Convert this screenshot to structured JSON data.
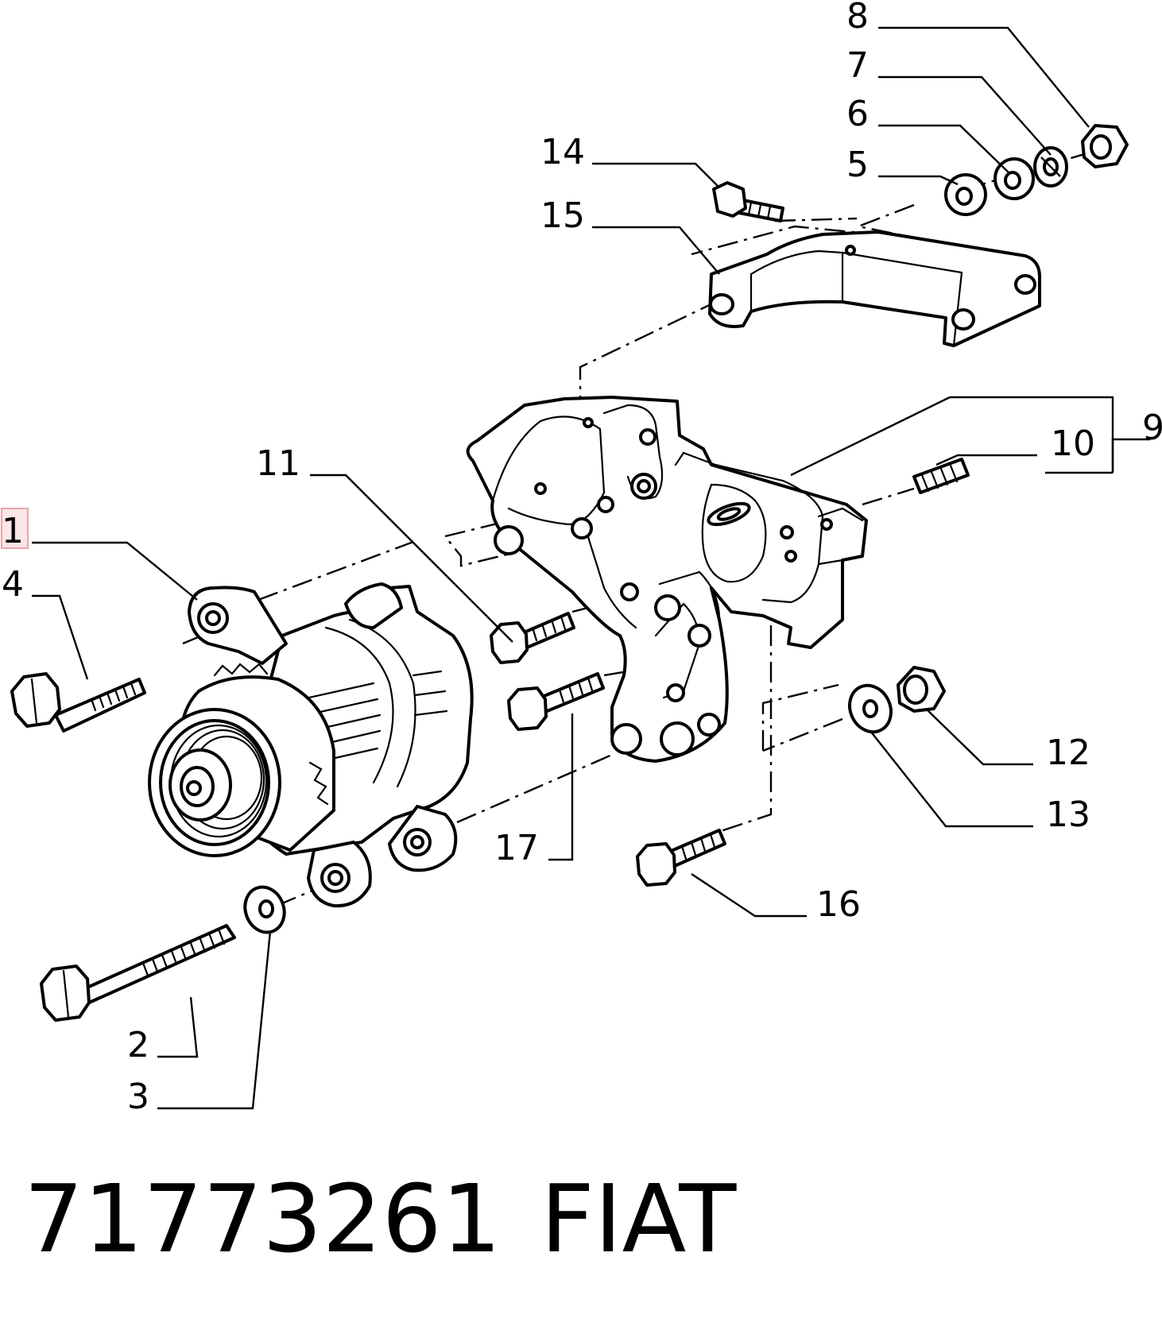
{
  "callouts": {
    "c1": "1",
    "c2": "2",
    "c3": "3",
    "c4": "4",
    "c5": "5",
    "c6": "6",
    "c7": "7",
    "c8": "8",
    "c9": "9",
    "c10": "10",
    "c11": "11",
    "c12": "12",
    "c13": "13",
    "c14": "14",
    "c15": "15",
    "c16": "16",
    "c17": "17"
  },
  "caption": {
    "part_number": "71773261",
    "brand": "FIAT"
  },
  "colors": {
    "line": "#000000",
    "background": "#ffffff",
    "highlight_border": "#e8a6ab",
    "highlight_fill": "#fbe6e8"
  }
}
